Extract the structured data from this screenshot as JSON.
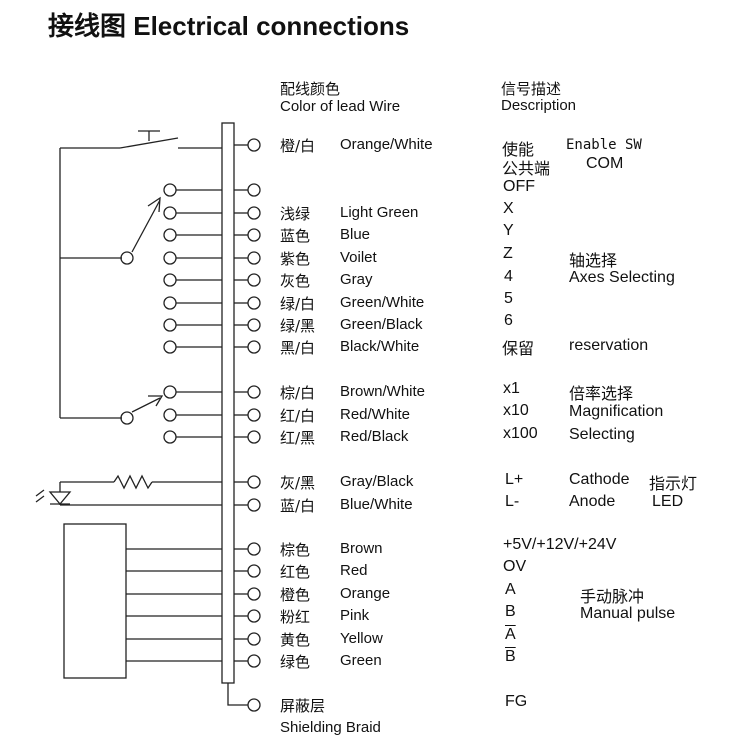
{
  "title": "接线图 Electrical connections",
  "header": {
    "color_zh": "配线颜色",
    "color_en": "Color of lead Wire",
    "desc_zh": "信号描述",
    "desc_en": "Description"
  },
  "wires": [
    {
      "zh": "橙/白",
      "en": "Orange/White"
    },
    {
      "zh": "",
      "en": ""
    },
    {
      "zh": "浅绿",
      "en": "Light Green"
    },
    {
      "zh": "蓝色",
      "en": "Blue"
    },
    {
      "zh": "紫色",
      "en": "Voilet"
    },
    {
      "zh": "灰色",
      "en": "Gray"
    },
    {
      "zh": "绿/白",
      "en": "Green/White"
    },
    {
      "zh": "绿/黑",
      "en": "Green/Black"
    },
    {
      "zh": "黑/白",
      "en": "Black/White"
    },
    {
      "zh": "棕/白",
      "en": "Brown/White"
    },
    {
      "zh": "红/白",
      "en": "Red/White"
    },
    {
      "zh": "红/黑",
      "en": "Red/Black"
    },
    {
      "zh": "灰/黑",
      "en": "Gray/Black"
    },
    {
      "zh": "蓝/白",
      "en": "Blue/White"
    },
    {
      "zh": "棕色",
      "en": "Brown"
    },
    {
      "zh": "红色",
      "en": "Red"
    },
    {
      "zh": "橙色",
      "en": "Orange"
    },
    {
      "zh": "粉红",
      "en": "Pink"
    },
    {
      "zh": "黄色",
      "en": "Yellow"
    },
    {
      "zh": "绿色",
      "en": "Green"
    }
  ],
  "shield": {
    "zh": "屏蔽层",
    "en": "Shielding Braid",
    "signal": "FG"
  },
  "signals": {
    "enable_zh": "使能",
    "enable_en": "Enable SW",
    "com_zh": "公共端",
    "com_en": "COM",
    "off": "OFF",
    "x": "X",
    "y": "Y",
    "z": "Z",
    "n4": "4",
    "n5": "5",
    "n6": "6",
    "reserve_zh": "保留",
    "reserve_en": "reservation",
    "axis_zh": "轴选择",
    "axis_en": "Axes Selecting",
    "x1": "x1",
    "x10": "x10",
    "x100": "x100",
    "mag_zh": "倍率选择",
    "mag_en1": "Magnification",
    "mag_en2": "Selecting",
    "lplus": "L+",
    "lminus": "L-",
    "cathode": "Cathode",
    "anode": "Anode",
    "ind_zh": "指示灯",
    "led": "LED",
    "voltage": "+5V/+12V/+24V",
    "ov": "OV",
    "a": "A",
    "b": "B",
    "abar": "A",
    "bbar": "B",
    "pulse_zh": "手动脉冲",
    "pulse_en": "Manual pulse"
  }
}
